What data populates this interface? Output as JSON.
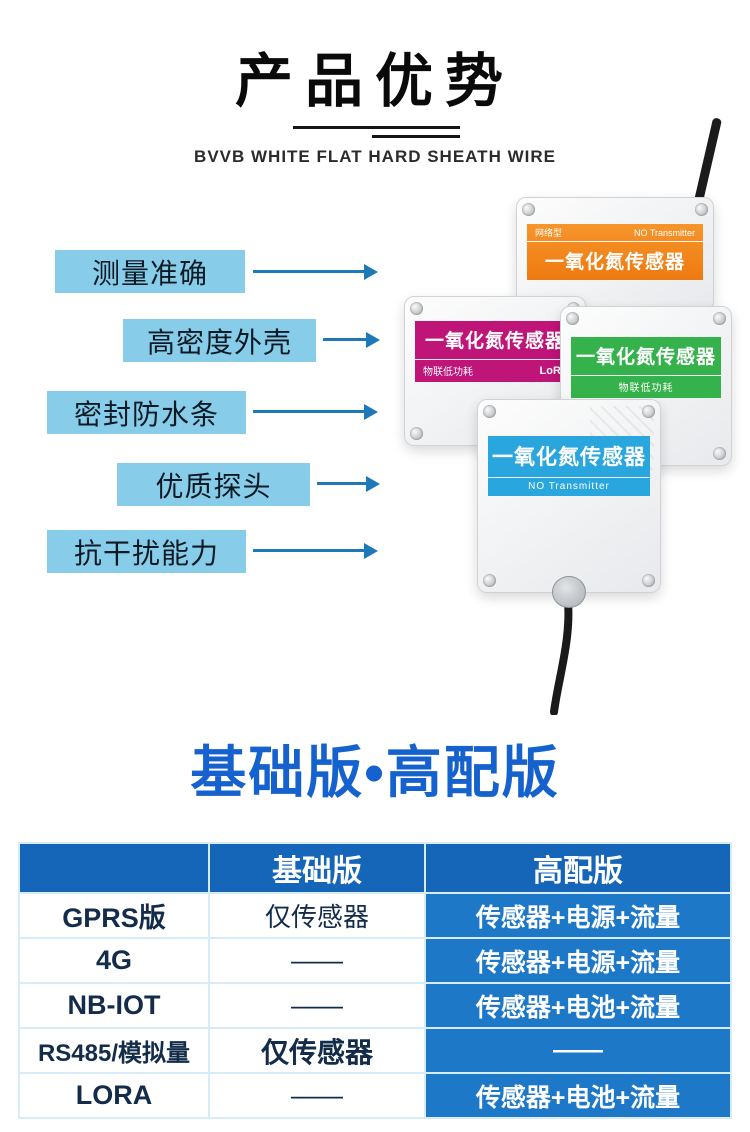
{
  "header": {
    "title": "产品优势",
    "subtitle": "BVVB WHITE FLAT HARD SHEATH WIRE"
  },
  "features": [
    {
      "label": "测量准确"
    },
    {
      "label": "高密度外壳"
    },
    {
      "label": "密封防水条"
    },
    {
      "label": "优质探头"
    },
    {
      "label": "抗干扰能力"
    }
  ],
  "devices": {
    "orange": {
      "tag": "网络型",
      "model": "NO Transmitter",
      "name": "一氧化氮传感器",
      "band_color": "#ee7a10"
    },
    "magenta": {
      "name": "一氧化氮传感器",
      "sub_left": "物联低功耗",
      "sub_right": "LoRa",
      "band_color": "#bf1478"
    },
    "green": {
      "name": "一氧化氮传感器",
      "sub": "物联低功耗",
      "band_color": "#35b24b"
    },
    "blue": {
      "name": "一氧化氮传感器",
      "sub": "NO Transmitter",
      "band_color": "#2aa6df"
    }
  },
  "section2": {
    "title": "基础版•高配版"
  },
  "table": {
    "header": [
      "",
      "基础版",
      "高配版"
    ],
    "rows": [
      [
        "GPRS版",
        "仅传感器",
        "传感器+电源+流量"
      ],
      [
        "4G",
        "——",
        "传感器+电源+流量"
      ],
      [
        "NB-IOT",
        "——",
        "传感器+电池+流量"
      ],
      [
        "RS485/模拟量",
        "仅传感器",
        "——"
      ],
      [
        "LORA",
        "——",
        "传感器+电池+流量"
      ]
    ]
  },
  "colors": {
    "feature_pill": "#87cde9",
    "arrow": "#1d79b8",
    "section_title": "#1561cd",
    "table_header": "#1565b8",
    "table_highlight": "#1e78c8"
  },
  "icons": {
    "arrow_right": "css-triangle-right",
    "screw": "css-circle",
    "antenna": "css-rod"
  }
}
